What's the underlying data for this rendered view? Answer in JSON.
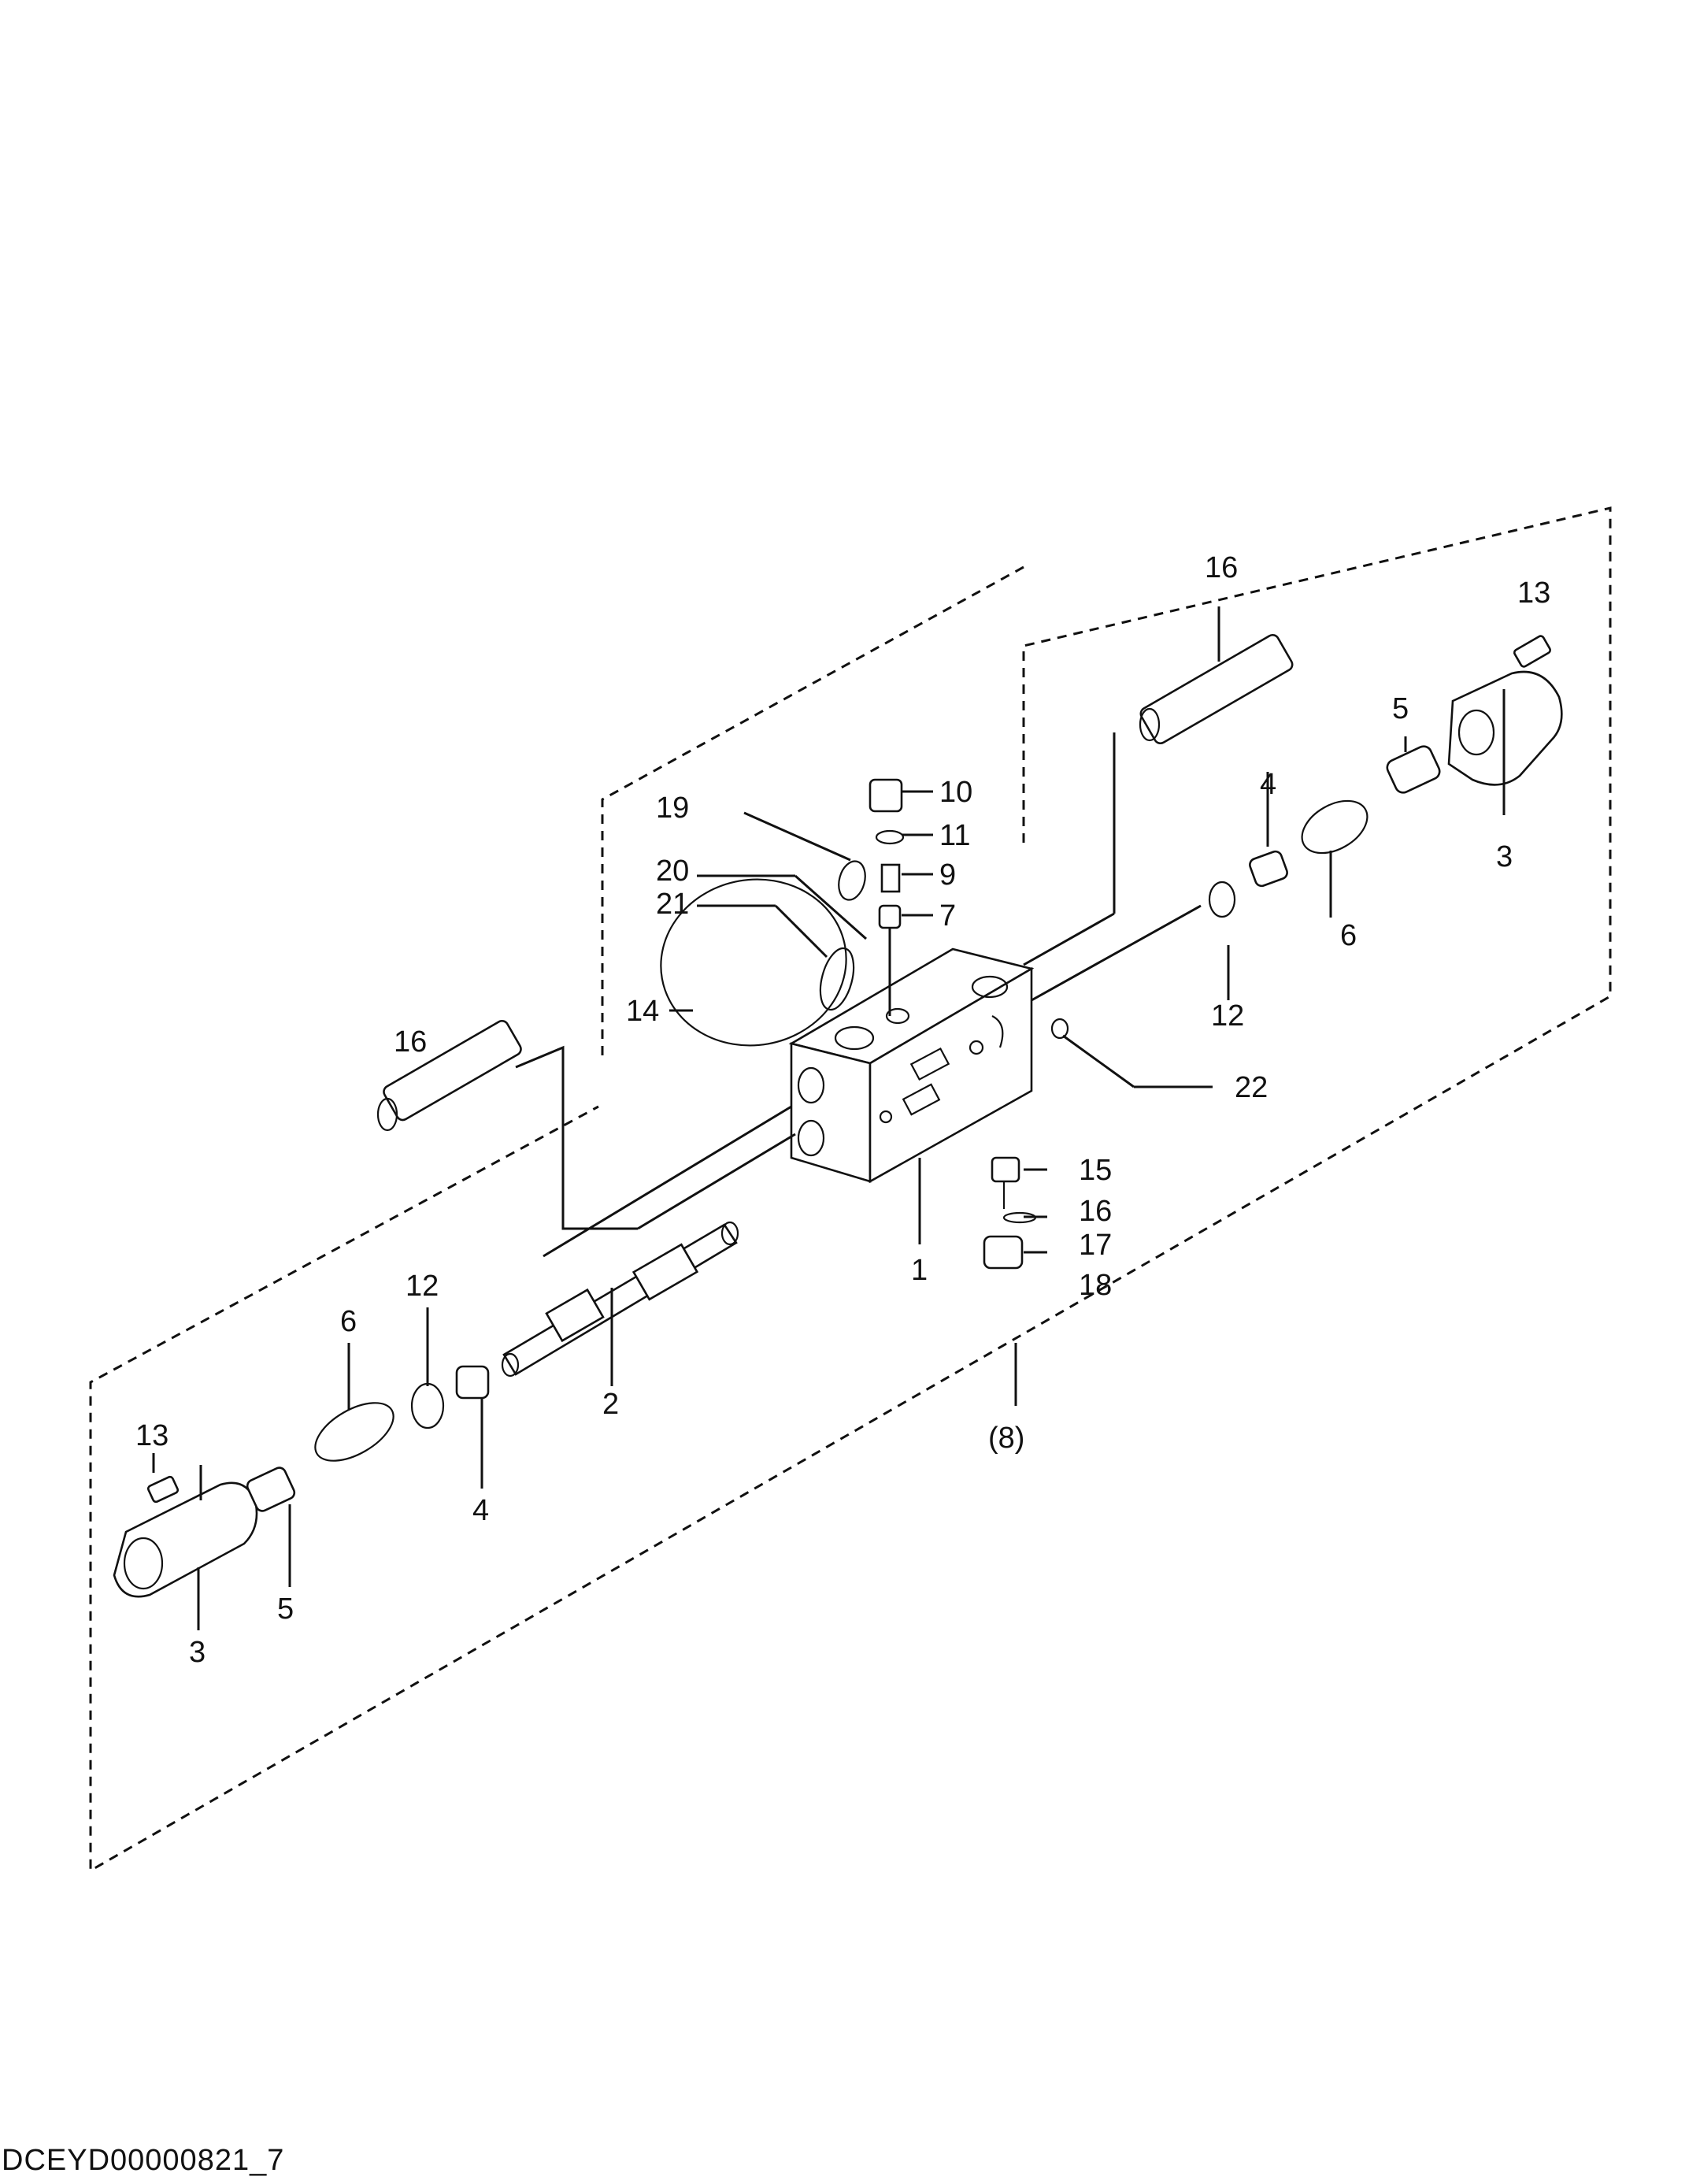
{
  "document_id": "DCEYD00000821_7",
  "assembly_label": "(8)",
  "callouts": {
    "c1": "1",
    "c2": "2",
    "c3_left": "3",
    "c3_right": "3",
    "c4_left": "4",
    "c4_right": "4",
    "c5_left": "5",
    "c5_right": "5",
    "c6_left": "6",
    "c6_right": "6",
    "c7": "7",
    "c9": "9",
    "c10": "10",
    "c11": "11",
    "c12_left": "12",
    "c12_right": "12",
    "c13_left": "13",
    "c13_right": "13",
    "c14": "14",
    "c15": "15",
    "c16_left": "16",
    "c16_top": "16",
    "c16_lower": "16",
    "c17": "17",
    "c18": "18",
    "c19": "19",
    "c20": "20",
    "c21": "21",
    "c22": "22"
  }
}
